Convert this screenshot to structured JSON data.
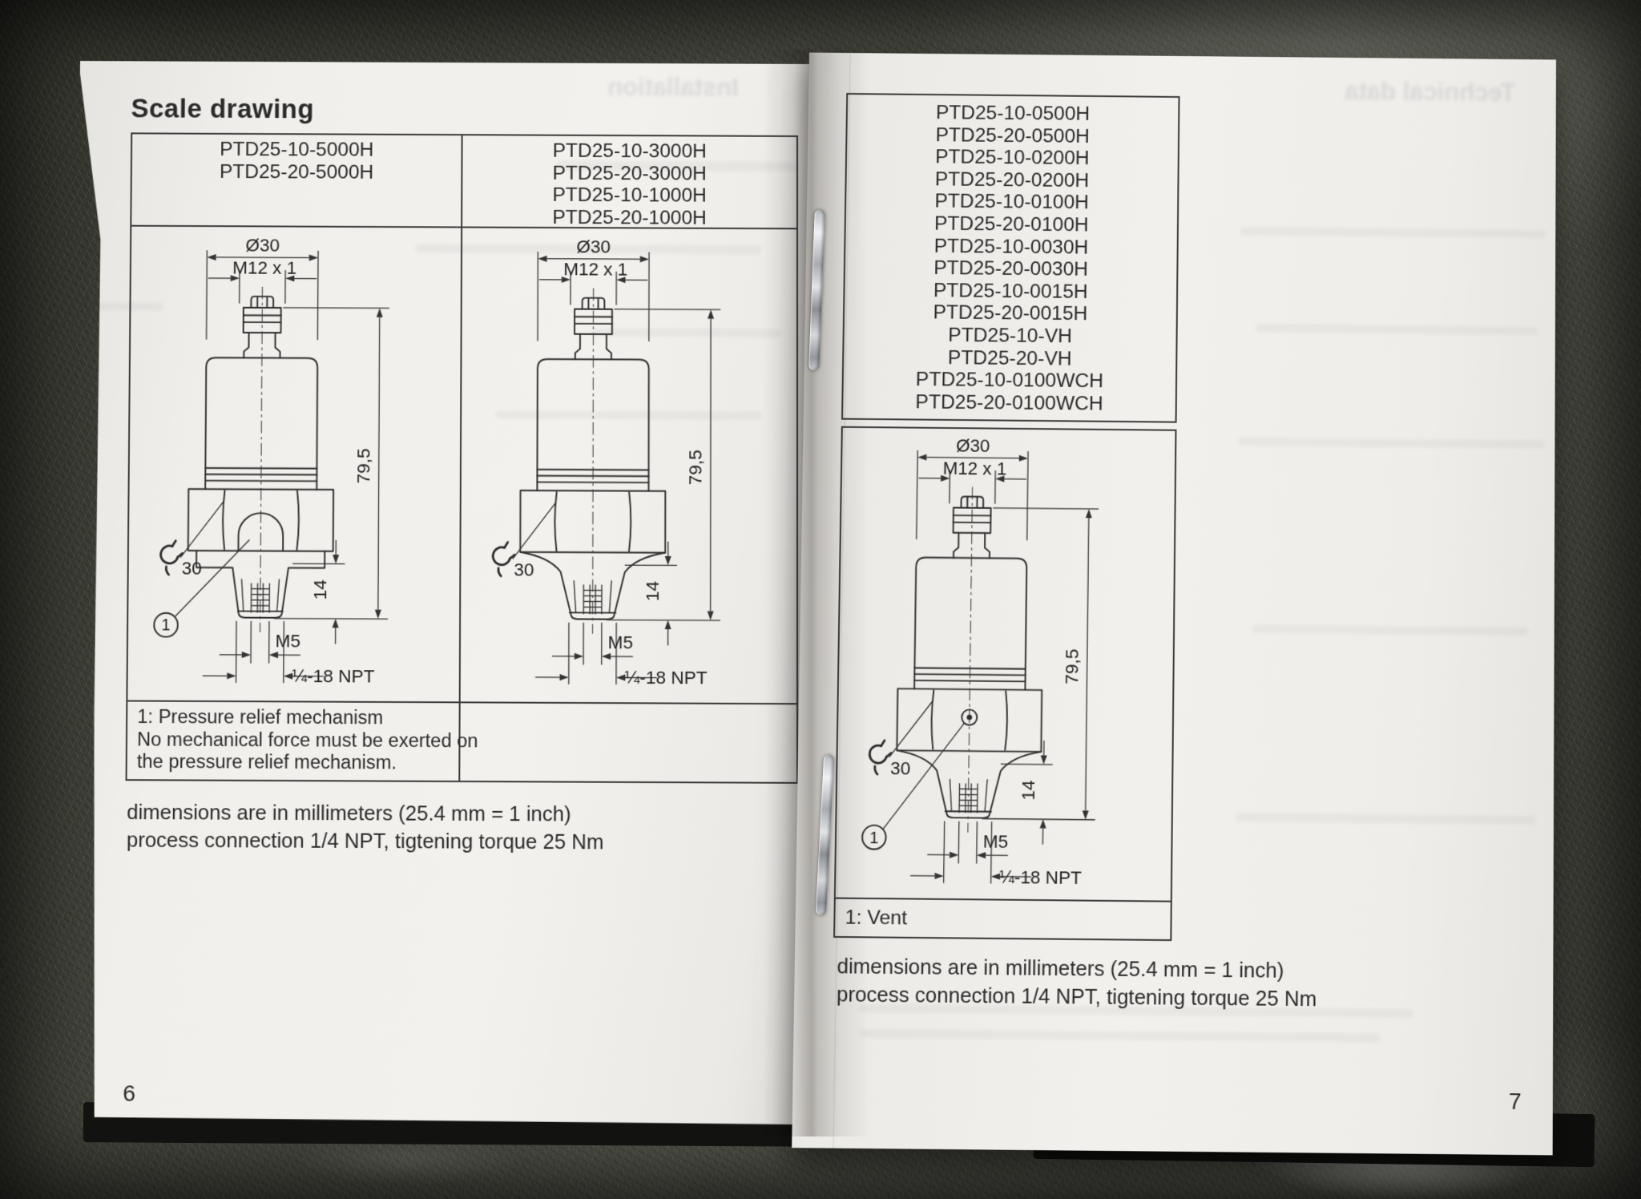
{
  "left_page": {
    "title": "Scale drawing",
    "ghost_heading": "Installation",
    "table": {
      "col1_models": [
        "PTD25-10-5000H",
        "PTD25-20-5000H"
      ],
      "col2_models": [
        "PTD25-10-3000H",
        "PTD25-20-3000H",
        "PTD25-10-1000H",
        "PTD25-20-1000H"
      ],
      "note_lines": [
        "1: Pressure relief mechanism",
        "No mechanical force must be exerted on",
        "the pressure relief mechanism."
      ]
    },
    "footer_lines": [
      "dimensions are in millimeters (25.4 mm = 1 inch)",
      "process connection 1/4 NPT, tigtening torque 25 Nm"
    ],
    "page_number": "6"
  },
  "right_page": {
    "ghost_heading": "Technical data",
    "models": [
      "PTD25-10-0500H",
      "PTD25-20-0500H",
      "PTD25-10-0200H",
      "PTD25-20-0200H",
      "PTD25-10-0100H",
      "PTD25-20-0100H",
      "PTD25-10-0030H",
      "PTD25-20-0030H",
      "PTD25-10-0015H",
      "PTD25-20-0015H",
      "PTD25-10-VH",
      "PTD25-20-VH",
      "PTD25-10-0100WCH",
      "PTD25-20-0100WCH"
    ],
    "drawing_note": "1: Vent",
    "footer_lines": [
      "dimensions are in millimeters (25.4 mm = 1 inch)",
      "process connection 1/4 NPT, tigtening torque 25 Nm"
    ],
    "page_number": "7"
  },
  "drawing_labels": {
    "diameter": "Ø30",
    "connector_thread": "M12 x 1",
    "overall_height": "79,5",
    "thread_length": "14",
    "inner_thread": "M5",
    "process_connection": "¼-18 NPT",
    "wrench_size": "30",
    "callout_number": "1",
    "wrench_icon": "open-end-wrench-icon"
  },
  "colors": {
    "paper": "#f1efeb",
    "ink": "#2b2b2b",
    "table_line": "#3b3b3b",
    "metal_base": "#45463d",
    "staple": "#c4c7cb"
  }
}
